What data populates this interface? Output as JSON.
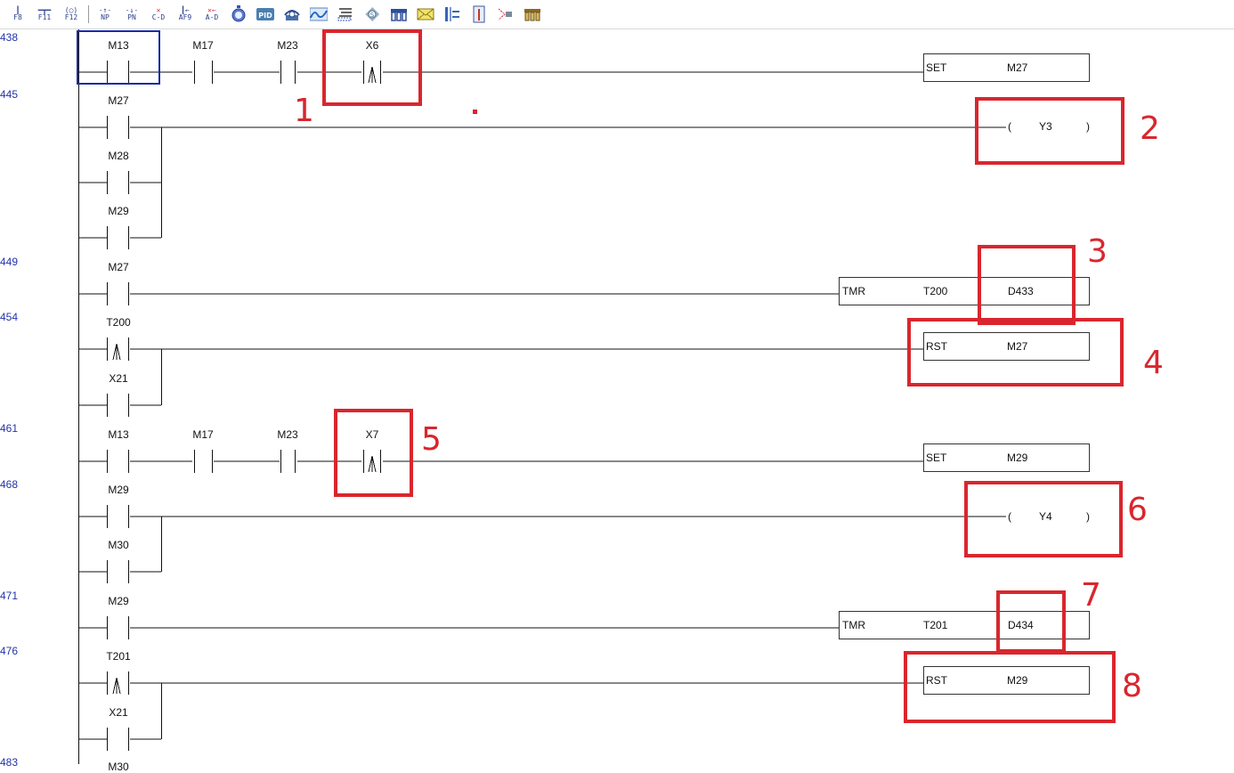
{
  "toolbar": {
    "buttons": [
      {
        "id": "F8",
        "label": "F8",
        "icon": "contact-insert-icon"
      },
      {
        "id": "F11",
        "label": "F11",
        "icon": "line-insert-icon"
      },
      {
        "id": "F12",
        "label": "F12",
        "icon": "coil-insert-icon"
      },
      {
        "id": "NP",
        "label": "NP",
        "icon": "rising-edge-icon"
      },
      {
        "id": "PN",
        "label": "PN",
        "icon": "falling-edge-icon"
      },
      {
        "id": "CD",
        "label": "C-D",
        "icon": "delete-contact-icon"
      },
      {
        "id": "AF9",
        "label": "AF9",
        "icon": "vertical-line-icon"
      },
      {
        "id": "AD",
        "label": "A-D",
        "icon": "delete-line-icon"
      },
      {
        "id": "timer",
        "label": "",
        "icon": "stopwatch-icon"
      },
      {
        "id": "pid",
        "label": "PID",
        "icon": "pid-icon"
      },
      {
        "id": "network",
        "label": "",
        "icon": "network-icon"
      },
      {
        "id": "wave",
        "label": "",
        "icon": "waveform-icon"
      },
      {
        "id": "list",
        "label": "",
        "icon": "list-icon"
      },
      {
        "id": "s",
        "label": "",
        "icon": "s-badge-icon"
      },
      {
        "id": "module1",
        "label": "",
        "icon": "module-icon"
      },
      {
        "id": "mail",
        "label": "",
        "icon": "mail-icon"
      },
      {
        "id": "ladder",
        "label": "",
        "icon": "ladder-io-icon"
      },
      {
        "id": "thermo",
        "label": "",
        "icon": "thermometer-icon"
      },
      {
        "id": "convert",
        "label": "",
        "icon": "convert-icon"
      },
      {
        "id": "module2",
        "label": "",
        "icon": "module-gold-icon"
      }
    ]
  },
  "steps": [
    {
      "no": "438"
    },
    {
      "no": "445"
    },
    {
      "no": "449"
    },
    {
      "no": "454"
    },
    {
      "no": "461"
    },
    {
      "no": "468"
    },
    {
      "no": "471"
    },
    {
      "no": "476"
    },
    {
      "no": "483"
    }
  ],
  "contacts": {
    "r1_m13": "M13",
    "r1_m17": "M17",
    "r1_m23": "M23",
    "r1_x6": "X6",
    "r2_m27": "M27",
    "r2_m28": "M28",
    "r2_m29": "M29",
    "r3_m27": "M27",
    "r4_t200": "T200",
    "r4_x21": "X21",
    "r5_m13": "M13",
    "r5_m17": "M17",
    "r5_m23": "M23",
    "r5_x7": "X7",
    "r6_m29": "M29",
    "r6_m30": "M30",
    "r7_m29": "M29",
    "r8_t201": "T201",
    "r8_x21": "X21",
    "r9_partial": "M30"
  },
  "outputs": {
    "r1": {
      "op": "SET",
      "arg": "M27"
    },
    "r2": {
      "open": "(",
      "coil": "Y3",
      "close": ")"
    },
    "r3": {
      "op": "TMR",
      "arg": "T200",
      "arg2": "D433"
    },
    "r4": {
      "op": "RST",
      "arg": "M27"
    },
    "r5": {
      "op": "SET",
      "arg": "M29"
    },
    "r6": {
      "open": "(",
      "coil": "Y4",
      "close": ")"
    },
    "r7": {
      "op": "TMR",
      "arg": "T201",
      "arg2": "D434"
    },
    "r8": {
      "op": "RST",
      "arg": "M29"
    }
  },
  "annotations": [
    "1",
    "2",
    "3",
    "4",
    "5",
    "6",
    "7",
    "8"
  ],
  "colors": {
    "annotation": "#d9262e",
    "step_number": "#2233aa",
    "cursor": "#1a2aa8"
  }
}
